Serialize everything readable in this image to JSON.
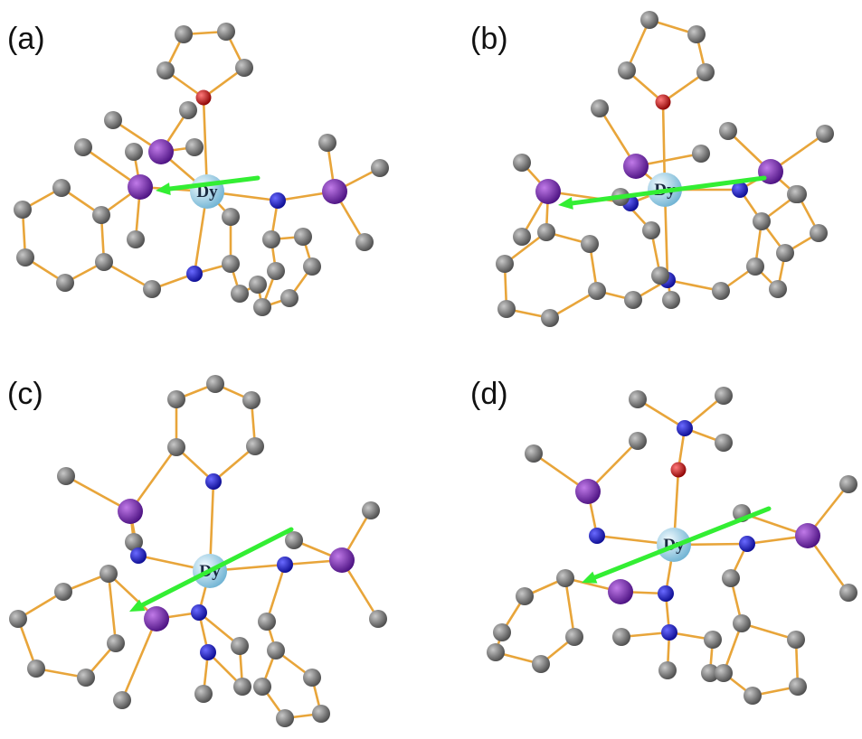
{
  "figure": {
    "panel_labels": [
      "(a)",
      "(b)",
      "(c)",
      "(d)"
    ],
    "center_label": "Dy"
  },
  "colors": {
    "bond": "#e8a53a",
    "carbon": "#7a7a7a",
    "nitrogen": "#1a1acc",
    "oxygen": "#cc1111",
    "phosphorus": "#7a28b4",
    "dysprosium": "#a8d8ec",
    "anisotropy_axis": "#33ee33",
    "label": "#111111"
  }
}
